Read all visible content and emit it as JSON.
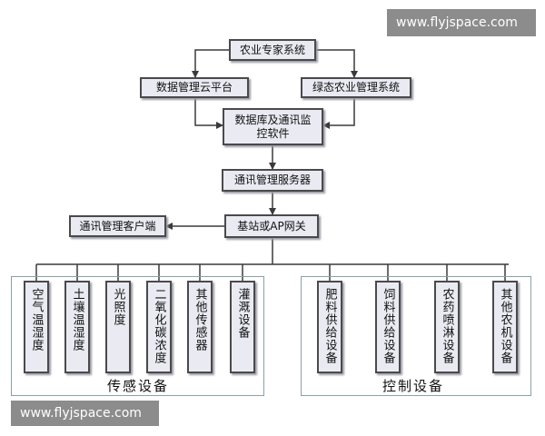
{
  "watermarks": {
    "top": "www.flyjspace.com",
    "bottom": "www.flyjspace.com"
  },
  "nodes": {
    "expert_system": "农业专家系统",
    "cloud_platform": "数据管理云平台",
    "green_agri_system": "绿态农业管理系统",
    "monitor_software": "数据库及通讯监控软件",
    "comm_server": "通讯管理服务器",
    "comm_client": "通讯管理客户端",
    "gateway": "基站或AP网关"
  },
  "groups": {
    "sensing": {
      "label": "传感设备",
      "items": [
        "空气温湿度",
        "土壤温湿度",
        "光照度",
        "二氧化碳浓度",
        "其他传感器",
        "灌溉设备"
      ]
    },
    "control": {
      "label": "控制设备",
      "items": [
        "肥料供给设备",
        "饲料供给设备",
        "农药喷淋设备",
        "其他农机设备"
      ]
    }
  },
  "colors": {
    "line": "#3a3a3a",
    "box_fill": "#e9eaf2",
    "group_border": "#8aa0a8",
    "watermark_bg": "#8c8c8c"
  }
}
